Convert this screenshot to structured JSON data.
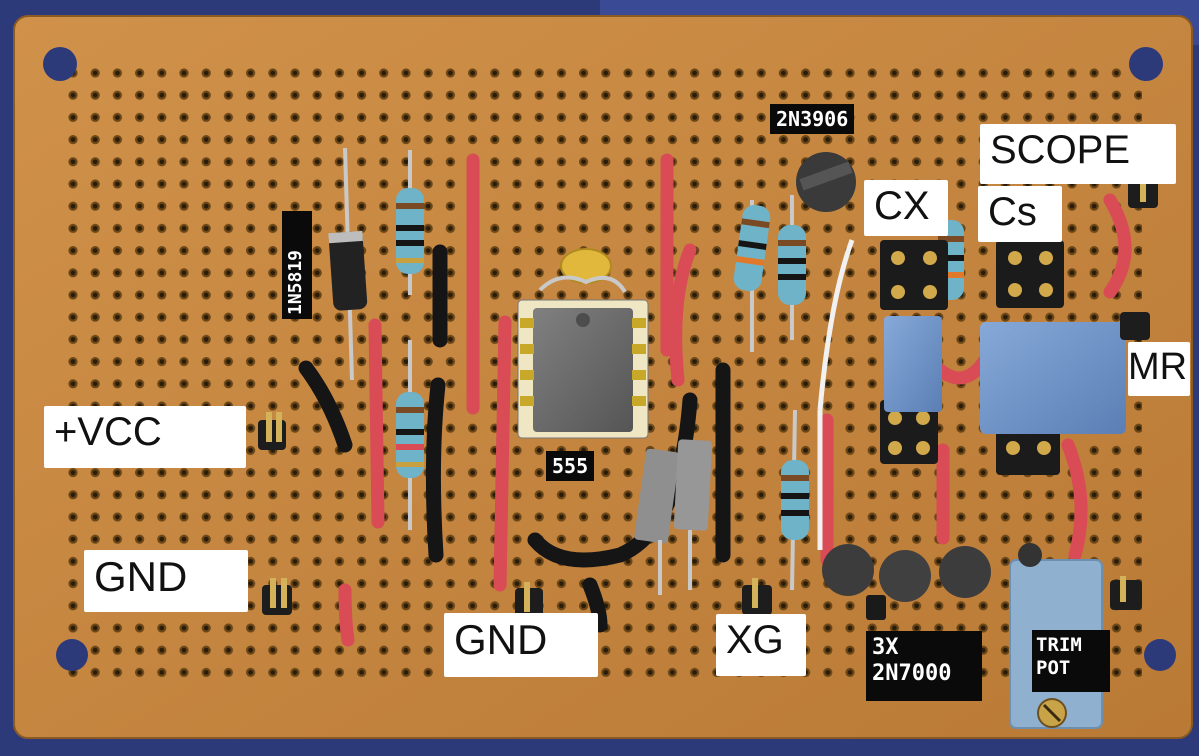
{
  "photo": {
    "labels": {
      "vcc": "+VCC",
      "gnd_left": "GND",
      "gnd_bottom": "GND",
      "xg": "XG",
      "scope": "SCOPE",
      "cx": "CX",
      "cs": "Cs",
      "mr": "MR"
    },
    "tags": {
      "diode": "1N5819",
      "timer": "555",
      "pnp": "2N3906",
      "mosfet_line1": "3X",
      "mosfet_line2": "2N7000",
      "trim_line1": "TRIM",
      "trim_line2": "POT"
    },
    "colors": {
      "board": "#c8883c",
      "board_dark": "#a9702c",
      "background": "#2d3a7a",
      "wire_red": "#d94b55",
      "wire_black": "#151515",
      "resistor_blue": "#6fb3c9",
      "ic_gray": "#6f6f6f",
      "box_cap_blue": "#6f95c9",
      "trim_blue": "#8fb0cf"
    }
  }
}
